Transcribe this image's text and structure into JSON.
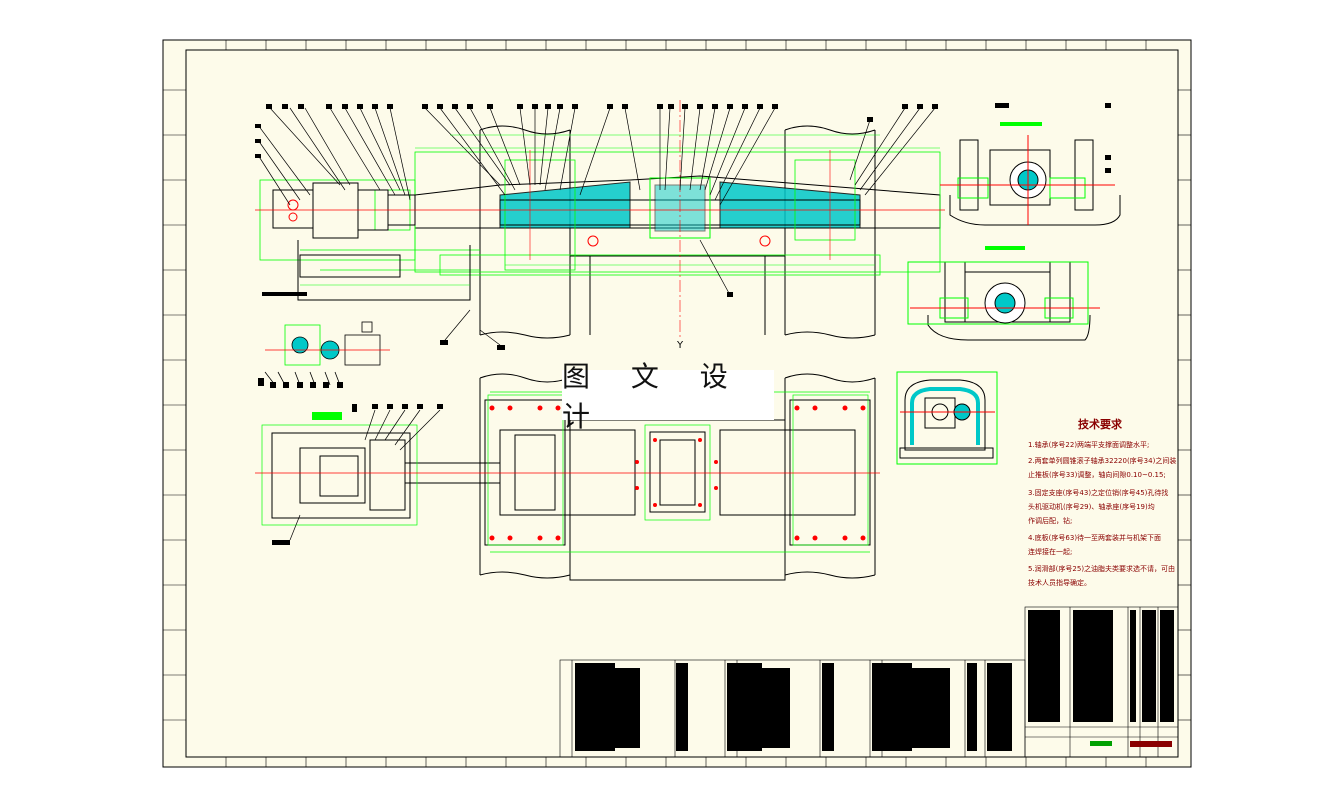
{
  "drawing": {
    "watermark_text": "图 文 设 计",
    "technical_requirements_title": "技术要求",
    "technical_requirements": [
      "1.轴承(序号22)两端平支撑面调整水平;",
      "2.两套单列圆锥滚子轴承32220(序号34)之间装",
      "  止推板(序号33)调整，轴向间隙0.10~0.15;",
      "3.固定支座(序号43)之定位销(序号45)孔待找",
      "  头机驱动机(序号29)、轴承座(序号19)均",
      "  作调后配，钻;",
      "4.底板(序号63)待一至两套装并与机架下面",
      "  连焊接在一起;",
      "5.润滑部(序号25)之油脂夫类要求选不请，可由",
      "  技术人员指导确定。"
    ],
    "colors": {
      "background": "#fdfbea",
      "frame": "#000000",
      "outline": "#00ff00",
      "center_line": "#ff0000",
      "section_fill": "#00c8c8",
      "dimension": "#000000"
    }
  }
}
